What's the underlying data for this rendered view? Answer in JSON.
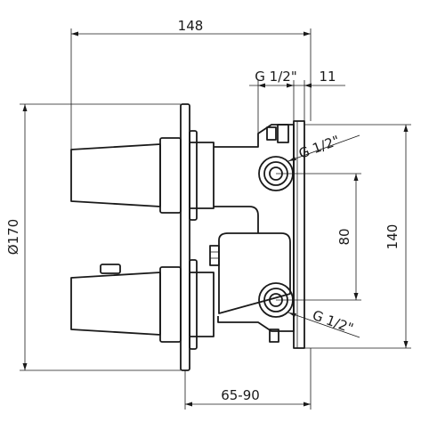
{
  "dimensions": {
    "overall_width": "148",
    "thread_top": "G 1/2\"",
    "offset_right": "11",
    "thread_upper_outlet": "G 1/2\"",
    "thread_lower_outlet": "G 1/2\"",
    "outlet_spacing": "80",
    "body_height": "140",
    "plate_diameter": "Ø170",
    "depth_range": "65-90"
  },
  "colors": {
    "line": "#1a1a1a",
    "background": "#ffffff"
  }
}
